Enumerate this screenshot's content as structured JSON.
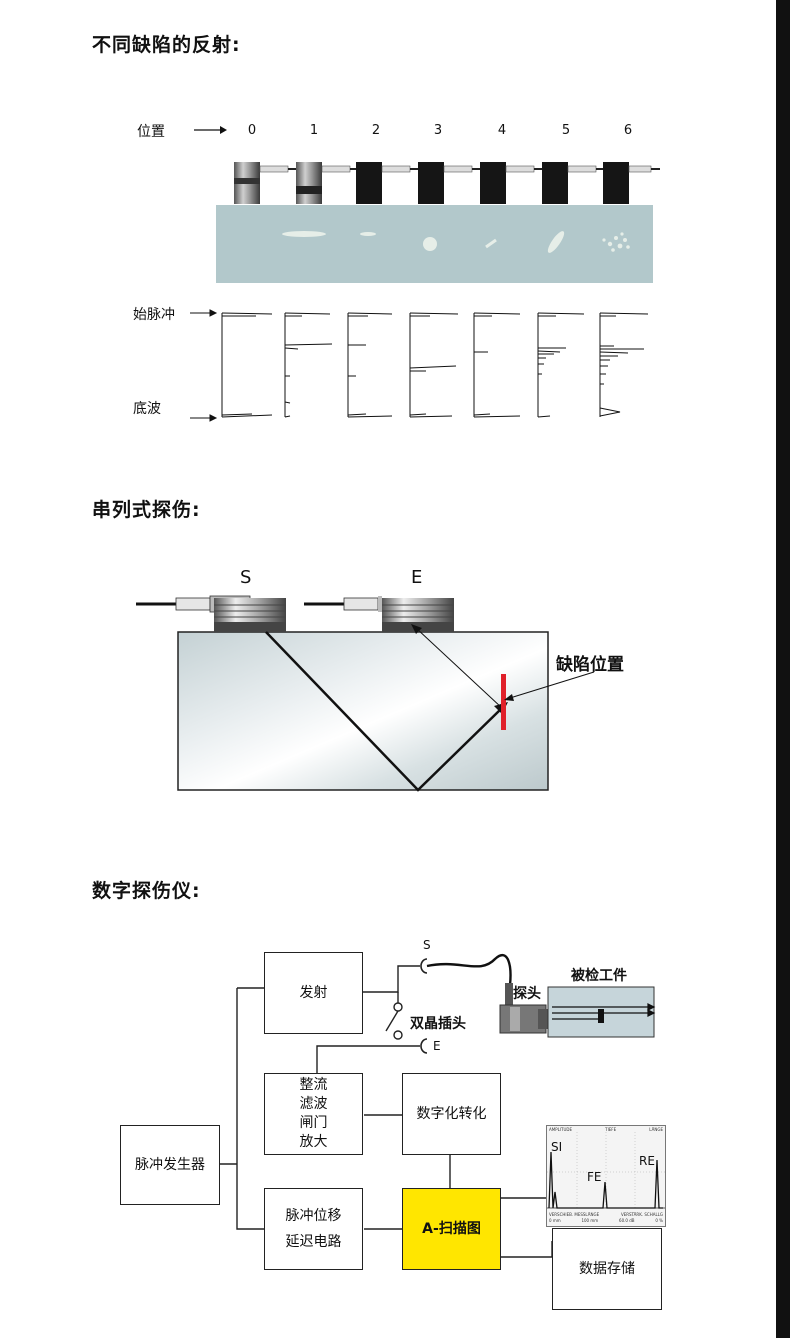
{
  "section1": {
    "title": "不同缺陷的反射:",
    "position_label": "位置",
    "positions": [
      "0",
      "1",
      "2",
      "3",
      "4",
      "5",
      "6"
    ],
    "initial_pulse_label": "始脉冲",
    "back_wall_label": "底波"
  },
  "section2": {
    "title": "串列式探伤:",
    "probe_s": "S",
    "probe_e": "E",
    "defect_label": "缺陷位置",
    "defect_color": "#e0202a"
  },
  "section3": {
    "title": "数字探伤仪:",
    "boxes": {
      "transmit": "发射",
      "rectify_lines": [
        "整流",
        "滤波",
        "闸门",
        "放大"
      ],
      "digitize": "数字化转化",
      "pulse_gen": "脉冲发生器",
      "delay_lines": [
        "脉冲位移",
        "延迟电路"
      ],
      "ascan": "A-扫描图",
      "storage": "数据存储"
    },
    "s_label": "S",
    "e_label": "E",
    "dual_plug": "双晶插头",
    "probe": "探头",
    "workpiece": "被检工件",
    "scope": {
      "si": "SI",
      "fe": "FE",
      "re": "RE",
      "header": [
        "AMPLITUDE",
        "TIEFE",
        "LÄNGE"
      ],
      "footer": [
        "VERSCHIEB. MESSLÄNGE",
        "VERSTÄRK. SCHALLG"
      ],
      "footer_values": [
        "0 mm",
        "100 mm",
        "60.0 dB",
        "0 %"
      ]
    },
    "ascan_color": "#ffe600"
  }
}
